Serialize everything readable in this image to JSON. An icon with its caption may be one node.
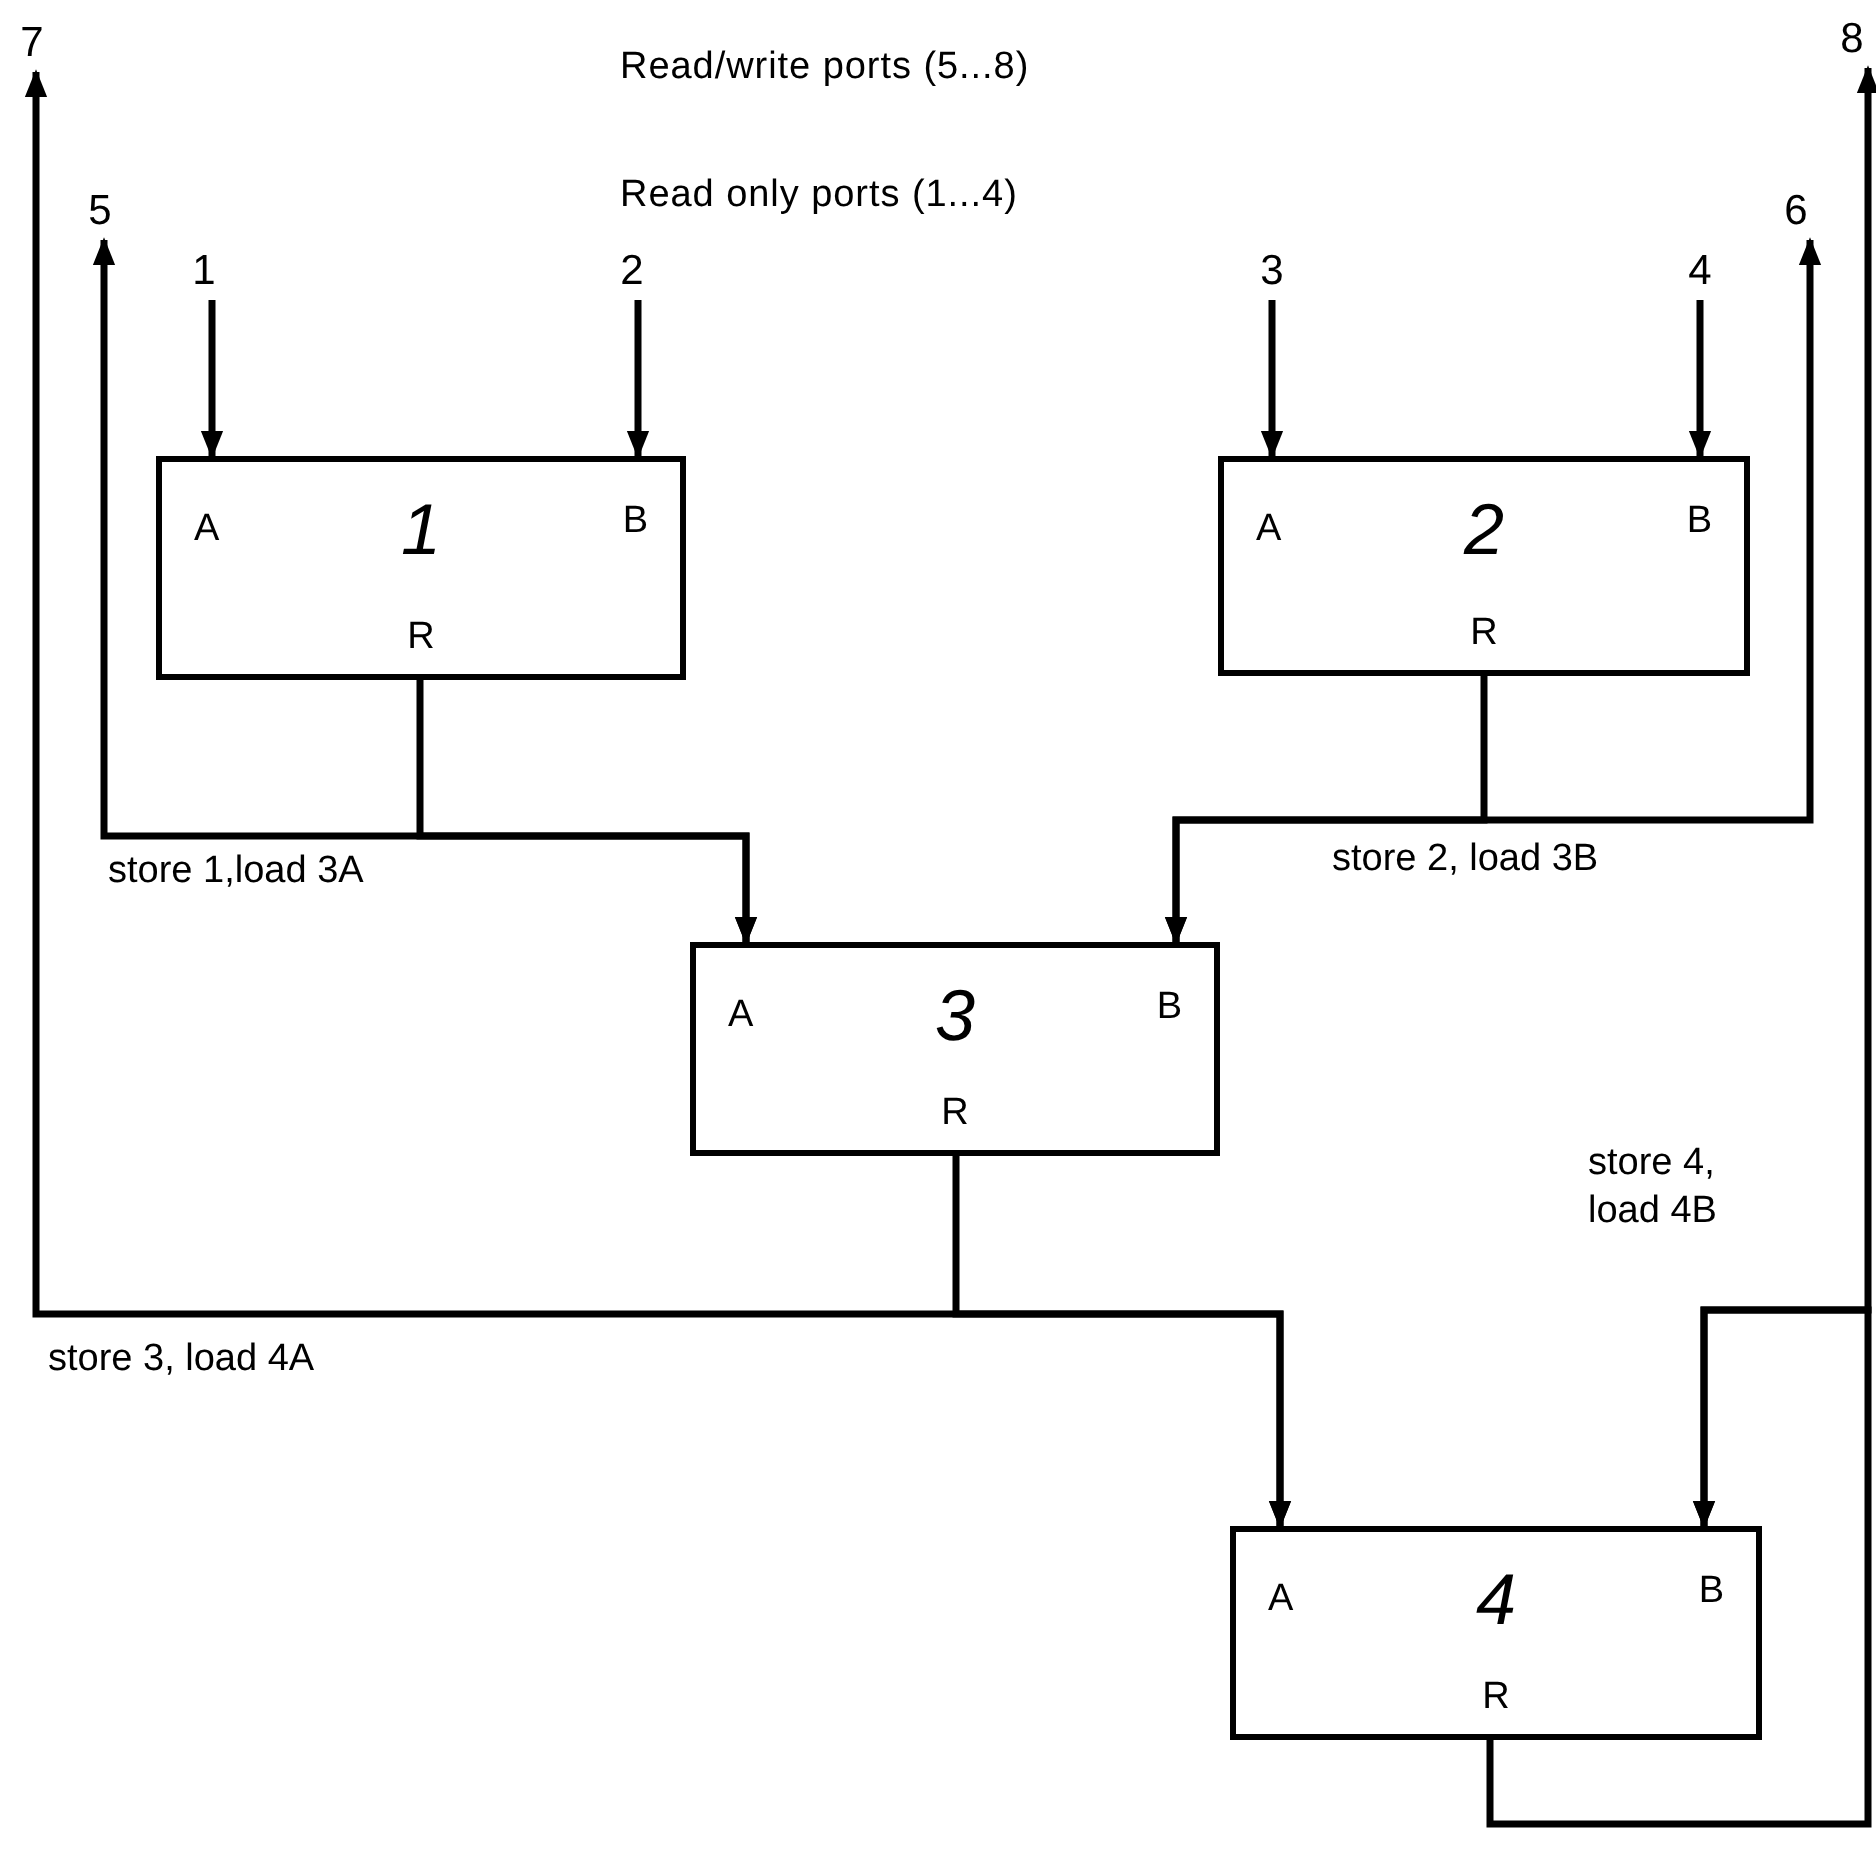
{
  "diagram": {
    "nodes": [
      {
        "text": [
          "1"
        ]
      },
      {
        "text": [
          "2"
        ]
      },
      {
        "text": [
          "3"
        ]
      },
      {
        "text": [
          "4"
        ]
      },
      {
        "text": [
          "5"
        ]
      },
      {
        "text": [
          "6"
        ]
      },
      {
        "text": [
          "7"
        ]
      },
      {
        "text": [
          "8"
        ]
      },
      {
        "text": [
          "A",
          "1",
          "B",
          "R"
        ]
      },
      {
        "text": [
          "A",
          "2",
          "B",
          "R"
        ]
      },
      {
        "text": [
          "A",
          "3",
          "B",
          "R"
        ]
      },
      {
        "text": [
          "A",
          "4",
          "B",
          "R"
        ]
      }
    ],
    "edges": [
      {
        "from": 0,
        "to": 8,
        "arrow": "to"
      },
      {
        "from": 1,
        "to": 8,
        "arrow": "to"
      },
      {
        "from": 2,
        "to": 9,
        "arrow": "to"
      },
      {
        "from": 3,
        "to": 9,
        "arrow": "to"
      },
      {
        "from": 8,
        "to": 10,
        "arrow": "to"
      },
      {
        "from": 4,
        "to": 10,
        "arrow": "both",
        "label": "store 1,load 3A"
      },
      {
        "from": 9,
        "to": 10,
        "arrow": "to"
      },
      {
        "from": 5,
        "to": 10,
        "arrow": "both",
        "label": "store 2, load 3B"
      },
      {
        "from": 10,
        "to": 11,
        "arrow": "to"
      },
      {
        "from": 6,
        "to": 11,
        "arrow": "both",
        "label": "store 3, load 4A"
      },
      {
        "from": 11,
        "to": 11,
        "arrow": "to"
      },
      {
        "from": 7,
        "to": 11,
        "arrow": "both",
        "label": "store 4, load 4B"
      }
    ],
    "labels": [
      "Read/write ports (5...8)",
      "Read only ports (1...4)"
    ]
  }
}
